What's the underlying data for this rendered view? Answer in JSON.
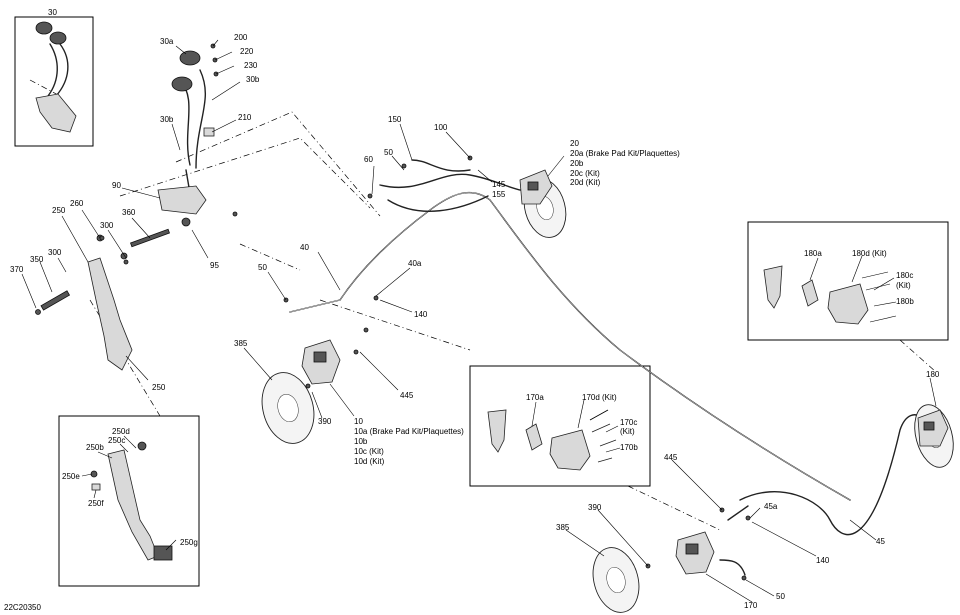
{
  "diagram_code": "22C20350",
  "callouts": {
    "c30": "30",
    "c30a": "30a",
    "c30b_upper": "30b",
    "c30b_lower": "30b",
    "c200": "200",
    "c220": "220",
    "c230": "230",
    "c210": "210",
    "c90": "90",
    "c95": "95",
    "c250_left": "250",
    "c260": "260",
    "c300_mid": "300",
    "c360": "360",
    "c300_left": "300",
    "c350": "350",
    "c370": "370",
    "c250_pedal": "250",
    "c250d": "250d",
    "c250c": "250c",
    "c250b": "250b",
    "c250e": "250e",
    "c250f": "250f",
    "c250g": "250g",
    "c150": "150",
    "c50_top": "50",
    "c60": "60",
    "c100": "100",
    "c145": "145",
    "c155": "155",
    "c20": "20",
    "c20a": "20a (Brake Pad Kit/Plaquettes)",
    "c20b": "20b",
    "c20c": "20c (Kit)",
    "c20d": "20d (Kit)",
    "c40": "40",
    "c40a": "40a",
    "c140_mid": "140",
    "c50_mid": "50",
    "c385_left": "385",
    "c390_left": "390",
    "c445_mid": "445",
    "c10": "10",
    "c10a": "10a (Brake Pad Kit/Plaquettes)",
    "c10b": "10b",
    "c10c": "10c (Kit)",
    "c10d": "10d (Kit)",
    "c170a": "170a",
    "c170d": "170d (Kit)",
    "c170c": "170c",
    "c170c_kit": "(Kit)",
    "c170b": "170b",
    "c180a": "180a",
    "c180d": "180d (Kit)",
    "c180c": "180c",
    "c180c_kit": "(Kit)",
    "c180b": "180b",
    "c180": "180",
    "c445_right": "445",
    "c45a": "45a",
    "c45": "45",
    "c140_right": "140",
    "c50_bottom": "50",
    "c170": "170",
    "c390_bottom": "390",
    "c385_bottom": "385"
  }
}
